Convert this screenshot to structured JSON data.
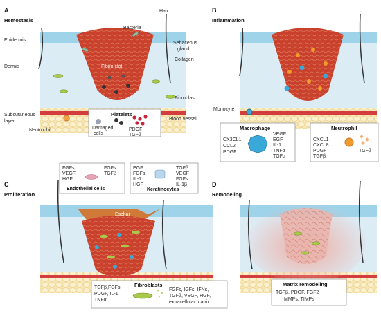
{
  "panels": {
    "a": {
      "letter": "A",
      "title": "Hemostasis"
    },
    "b": {
      "letter": "B",
      "title": "Inflammation"
    },
    "c": {
      "letter": "C",
      "title": "Proliferation"
    },
    "d": {
      "letter": "D",
      "title": "Remodeling"
    }
  },
  "layers": {
    "epidermis": "Epidermis",
    "dermis": "Dermis",
    "subcutaneous_1": "Subcutaneous",
    "subcutaneous_2": "layer"
  },
  "labels_a": {
    "hair": "Hair",
    "bacteria": "Bacteria",
    "sebaceous_1": "Sebaceous",
    "sebaceous_2": "gland",
    "collagen": "Collagen",
    "fibrin_clot": "Fibrin clot",
    "fibroblast": "Fibroblast",
    "blood_vessel": "Blood vessel",
    "neutrophil": "Neutrophil"
  },
  "platelets_box": {
    "title": "Platelets",
    "damaged_1": "Damaged",
    "damaged_2": "cells",
    "factors": [
      "PDGF",
      "TGFβ"
    ]
  },
  "labels_b": {
    "monocyte": "Monocyte"
  },
  "macrophage_box": {
    "title": "Macrophage",
    "left": [
      "CX3CL1",
      "CCL2",
      "PDGF"
    ],
    "right": [
      "VEGF",
      "EGF",
      "IL-1",
      "TNFα",
      "TGFα"
    ]
  },
  "neutrophil_box": {
    "title": "Neutrophil",
    "left": [
      "CXCL1",
      "CXCL8",
      "PDGF",
      "TGFβ"
    ],
    "right": [
      "TGFβ"
    ]
  },
  "endothelial_box": {
    "title": "Endothelial cells",
    "in": [
      "FGFs",
      "VEGF",
      "HGF"
    ],
    "out": [
      "FGFs",
      "TGFβ"
    ]
  },
  "keratinocyte_box": {
    "title": "Keratinocytes",
    "in": [
      "EGF",
      "FGFs",
      "IL-1",
      "HGF"
    ],
    "out": [
      "TGFβ",
      "VEGF",
      "FGFs",
      "IL-1β"
    ]
  },
  "eschar": "Eschar",
  "fibroblasts_box": {
    "title": "Fibroblasts",
    "in": [
      "TGFβ,FGFs,",
      "PDGF, IL-1",
      "TNFα"
    ],
    "out": [
      "FGFs, IGFs, IFNs,",
      "TGFβ, VEGF, HGF,",
      "extracellular matrix"
    ]
  },
  "remodeling_box": {
    "title": "Matrix remodeling",
    "lines": [
      "TGFβ, PDGF, FGF2",
      "MMPs, TIMPs"
    ]
  },
  "colors": {
    "epidermis": "#9fd3ea",
    "dermis": "#dcecf5",
    "wound": "#c9412c",
    "fat": "#f7e6b3",
    "vessel": "#d33d3d",
    "fibroblast": "#a8c94a",
    "macrophage": "#3aa8d8",
    "neutrophil": "#f19b2c",
    "box_border": "#9a9a9a"
  }
}
